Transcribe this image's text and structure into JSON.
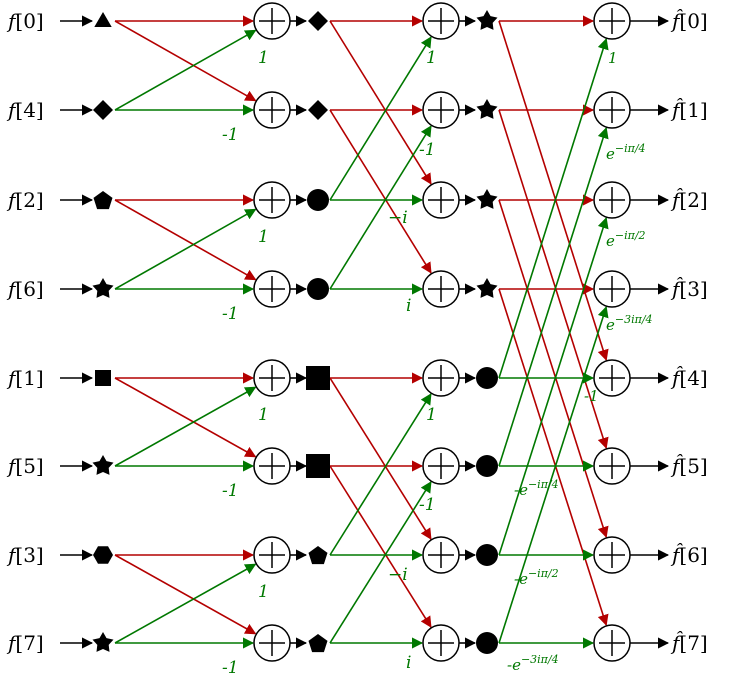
{
  "colors": {
    "red": "#b40000",
    "green": "#007800",
    "black": "#000000"
  },
  "inputs": [
    {
      "name": "f",
      "index": "[0]",
      "marker": "triangle"
    },
    {
      "name": "f",
      "index": "[4]",
      "marker": "diamond"
    },
    {
      "name": "f",
      "index": "[2]",
      "marker": "pentagon"
    },
    {
      "name": "f",
      "index": "[6]",
      "marker": "star"
    },
    {
      "name": "f",
      "index": "[1]",
      "marker": "square"
    },
    {
      "name": "f",
      "index": "[5]",
      "marker": "star"
    },
    {
      "name": "f",
      "index": "[3]",
      "marker": "hexagon"
    },
    {
      "name": "f",
      "index": "[7]",
      "marker": "star"
    }
  ],
  "outputs": [
    {
      "name": "f̂",
      "index": "[0]"
    },
    {
      "name": "f̂",
      "index": "[1]"
    },
    {
      "name": "f̂",
      "index": "[2]"
    },
    {
      "name": "f̂",
      "index": "[3]"
    },
    {
      "name": "f̂",
      "index": "[4]"
    },
    {
      "name": "f̂",
      "index": "[5]"
    },
    {
      "name": "f̂",
      "index": "[6]"
    },
    {
      "name": "f̂",
      "index": "[7]"
    }
  ],
  "stage1_markers": [
    "diamond",
    "diamond",
    "circle",
    "circle",
    "square-big",
    "square-big",
    "pentagon",
    "pentagon"
  ],
  "stage2_markers": [
    "star",
    "star",
    "star",
    "star",
    "circle",
    "circle",
    "circle",
    "circle"
  ],
  "twiddles": {
    "stage1": [
      "1",
      "-1",
      "1",
      "-1",
      "1",
      "-1",
      "1",
      "-1"
    ],
    "stage2": [
      "1",
      "-1",
      "−i",
      "i",
      "1",
      "-1",
      "−i",
      "i"
    ],
    "stage3": [
      {
        "base": "1",
        "sup": ""
      },
      {
        "base": "e",
        "sup": "−iπ/4"
      },
      {
        "base": "e",
        "sup": "−iπ/2"
      },
      {
        "base": "e",
        "sup": "−3iπ/4"
      },
      {
        "base": "-1",
        "sup": ""
      },
      {
        "base": "-e",
        "sup": "−iπ/4"
      },
      {
        "base": "-e",
        "sup": "−iπ/2"
      },
      {
        "base": "-e",
        "sup": "−3iπ/4"
      }
    ]
  }
}
